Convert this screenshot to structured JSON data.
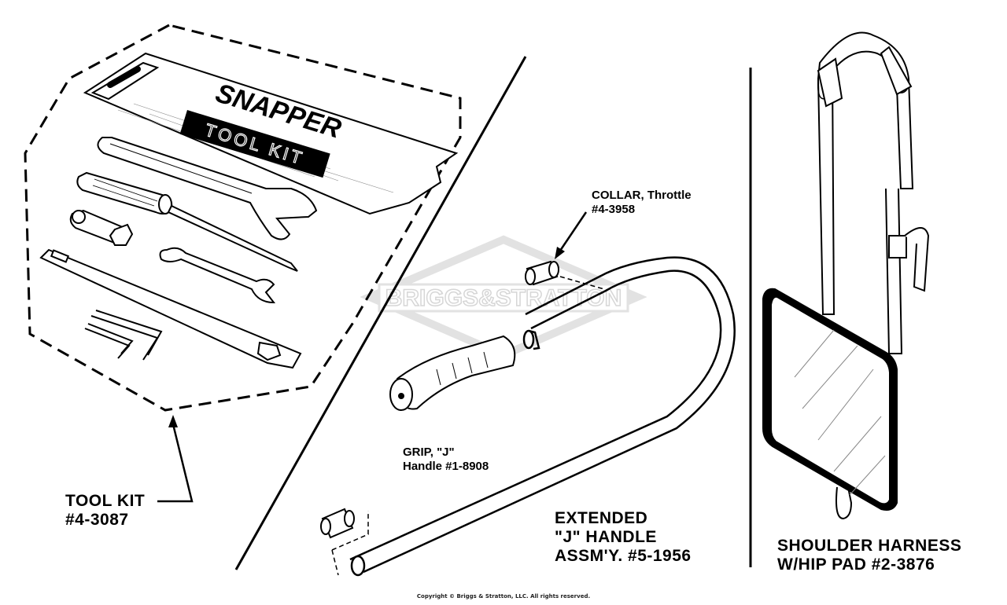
{
  "tool_kit": {
    "bag_title": "SNAPPER",
    "bag_subtitle": "TOOL KIT",
    "label_name": "TOOL KIT",
    "label_part": "#4-3087"
  },
  "collar": {
    "label_name": "COLLAR, Throttle",
    "label_part": "#4-3958"
  },
  "grip": {
    "label_name": "GRIP, \"J\"",
    "label_part": "Handle #1-8908"
  },
  "j_handle": {
    "line1": "EXTENDED",
    "line2": "\"J\" HANDLE",
    "line3": "ASSM'Y. #5-1956"
  },
  "harness": {
    "line1": "SHOULDER HARNESS",
    "line2": "W/HIP PAD  #2-3876"
  },
  "watermark": {
    "text": "BRIGGS&STRATTON",
    "color": "#d9d9d9"
  },
  "copyright": "Copyright © Briggs & Stratton, LLC. All rights reserved."
}
